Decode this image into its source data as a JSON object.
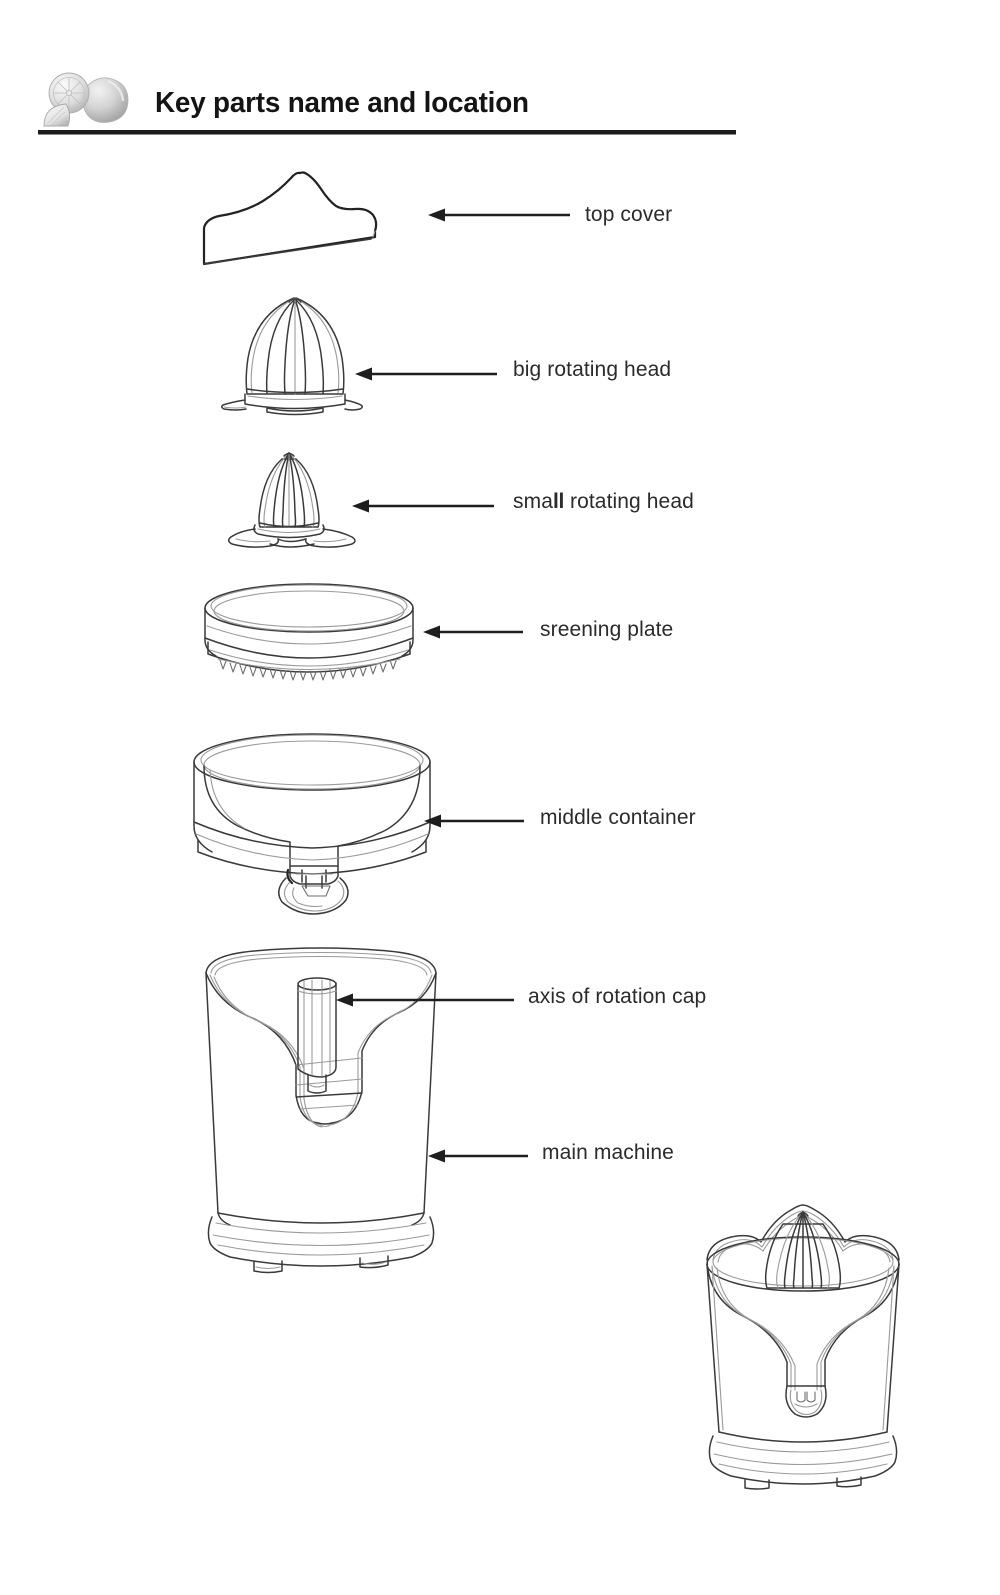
{
  "page": {
    "title": "Key parts name and location",
    "background_color": "#ffffff",
    "text_color": "#2b2b2b",
    "rule_color": "#1c1c1c"
  },
  "header": {
    "title": "Key parts name and location",
    "icon_name": "citrus-lemon-icon"
  },
  "parts": [
    {
      "id": "top-cover",
      "label": "top cover",
      "icon_name": "top-cover-part",
      "description": "lid / dust cover shown in profile"
    },
    {
      "id": "big-rotating-head",
      "label": "big rotating head",
      "icon_name": "big-reamer-part",
      "description": "large ribbed dome reamer cone"
    },
    {
      "id": "small-rotating-head",
      "label": "small rotating head",
      "label_emphasis": "ll",
      "icon_name": "small-reamer-part",
      "description": "small ribbed reamer cone on collar"
    },
    {
      "id": "sreening-plate",
      "label": "sreening plate",
      "icon_name": "strainer-plate-part",
      "description": "round pulp filter / sieve bowl"
    },
    {
      "id": "middle-container",
      "label": "middle container",
      "icon_name": "juice-bowl-part",
      "description": "juice collecting bowl with spout"
    },
    {
      "id": "axis-of-rotation-cap",
      "label": "axis of rotation cap",
      "icon_name": "drive-shaft-part",
      "description": "splined drive spindle inside main body"
    },
    {
      "id": "main-machine",
      "label": "main machine",
      "icon_name": "motor-base-part",
      "description": "motor housing body and base"
    }
  ],
  "assembled_view": {
    "icon_name": "assembled-juicer-illustration",
    "description": "complete assembled citrus juicer"
  }
}
